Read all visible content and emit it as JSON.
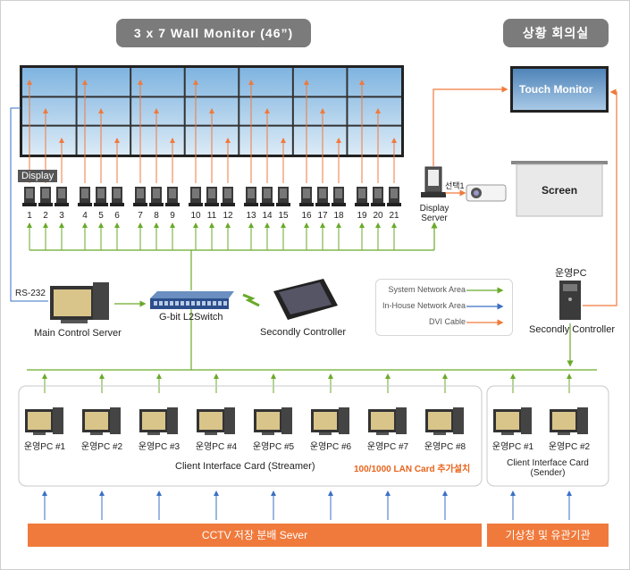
{
  "titles": {
    "wall_monitor": "3 x 7 Wall Monitor (46”)",
    "situation_room": "상황 회의실"
  },
  "labels": {
    "display": "Display",
    "touch_monitor": "Touch Monitor",
    "screen": "Screen",
    "display_server": "Display Server",
    "selection": "선택1",
    "rs232": "RS-232",
    "main_control_server": "Main Control Server",
    "gbit_switch": "G-bit L2Switch",
    "secondly_controller_tablet": "Secondly Controller",
    "operating_pc": "운영PC",
    "secondly_controller_pc": "Secondly Controller",
    "client_interface_streamer": "Client  Interface Card  (Streamer)",
    "lan_card_note": "100/1000 LAN Card 추가설치",
    "client_interface_sender": "Client  Interface Card (Sender)",
    "cctv_server": "CCTV 저장 분배 Sever",
    "weather_agency": "기상청 및 유관기관"
  },
  "display_numbers": [
    "1",
    "2",
    "3",
    "4",
    "5",
    "6",
    "7",
    "8",
    "9",
    "10",
    "11",
    "12",
    "13",
    "14",
    "15",
    "16",
    "17",
    "18",
    "19",
    "20",
    "21"
  ],
  "streamer_pcs": [
    "운영PC #1",
    "운영PC #2",
    "운영PC #3",
    "운영PC #4",
    "운영PC #5",
    "운영PC #6",
    "운영PC #7",
    "운영PC #8"
  ],
  "sender_pcs": [
    "운영PC #1",
    "운영PC #2"
  ],
  "legend": [
    {
      "label": "System  Network  Area",
      "color": "#6aaa2a"
    },
    {
      "label": "In-House Network Area",
      "color": "#3a6fc4"
    },
    {
      "label": "DVI Cable",
      "color": "#f07a3c"
    }
  ],
  "colors": {
    "system_network": "#6aaa2a",
    "inhouse_network": "#3a6fc4",
    "dvi_cable": "#f07a3c",
    "lan_note": "#e8641c"
  }
}
